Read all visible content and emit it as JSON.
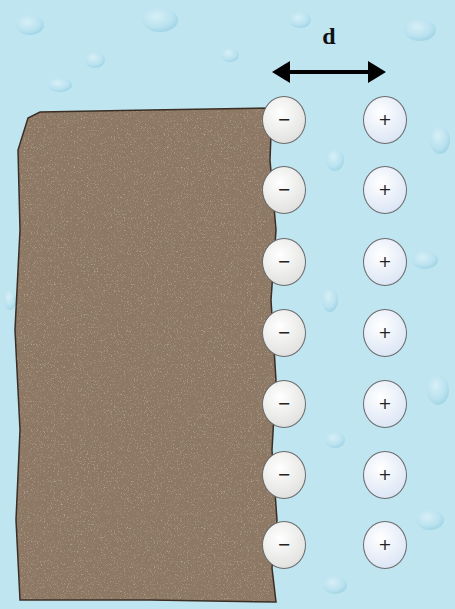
{
  "diagram": {
    "nodes": [
      {
        "text": [
          "−"
        ]
      },
      {
        "text": [
          "+"
        ]
      },
      {
        "text": [
          "−"
        ]
      },
      {
        "text": [
          "+"
        ]
      },
      {
        "text": [
          "−"
        ]
      },
      {
        "text": [
          "+"
        ]
      },
      {
        "text": [
          "−"
        ]
      },
      {
        "text": [
          "+"
        ]
      },
      {
        "text": [
          "−"
        ]
      },
      {
        "text": [
          "+"
        ]
      },
      {
        "text": [
          "−"
        ]
      },
      {
        "text": [
          "+"
        ]
      },
      {
        "text": [
          "−"
        ]
      },
      {
        "text": [
          "+"
        ]
      }
    ],
    "labels": [
      "d"
    ]
  }
}
